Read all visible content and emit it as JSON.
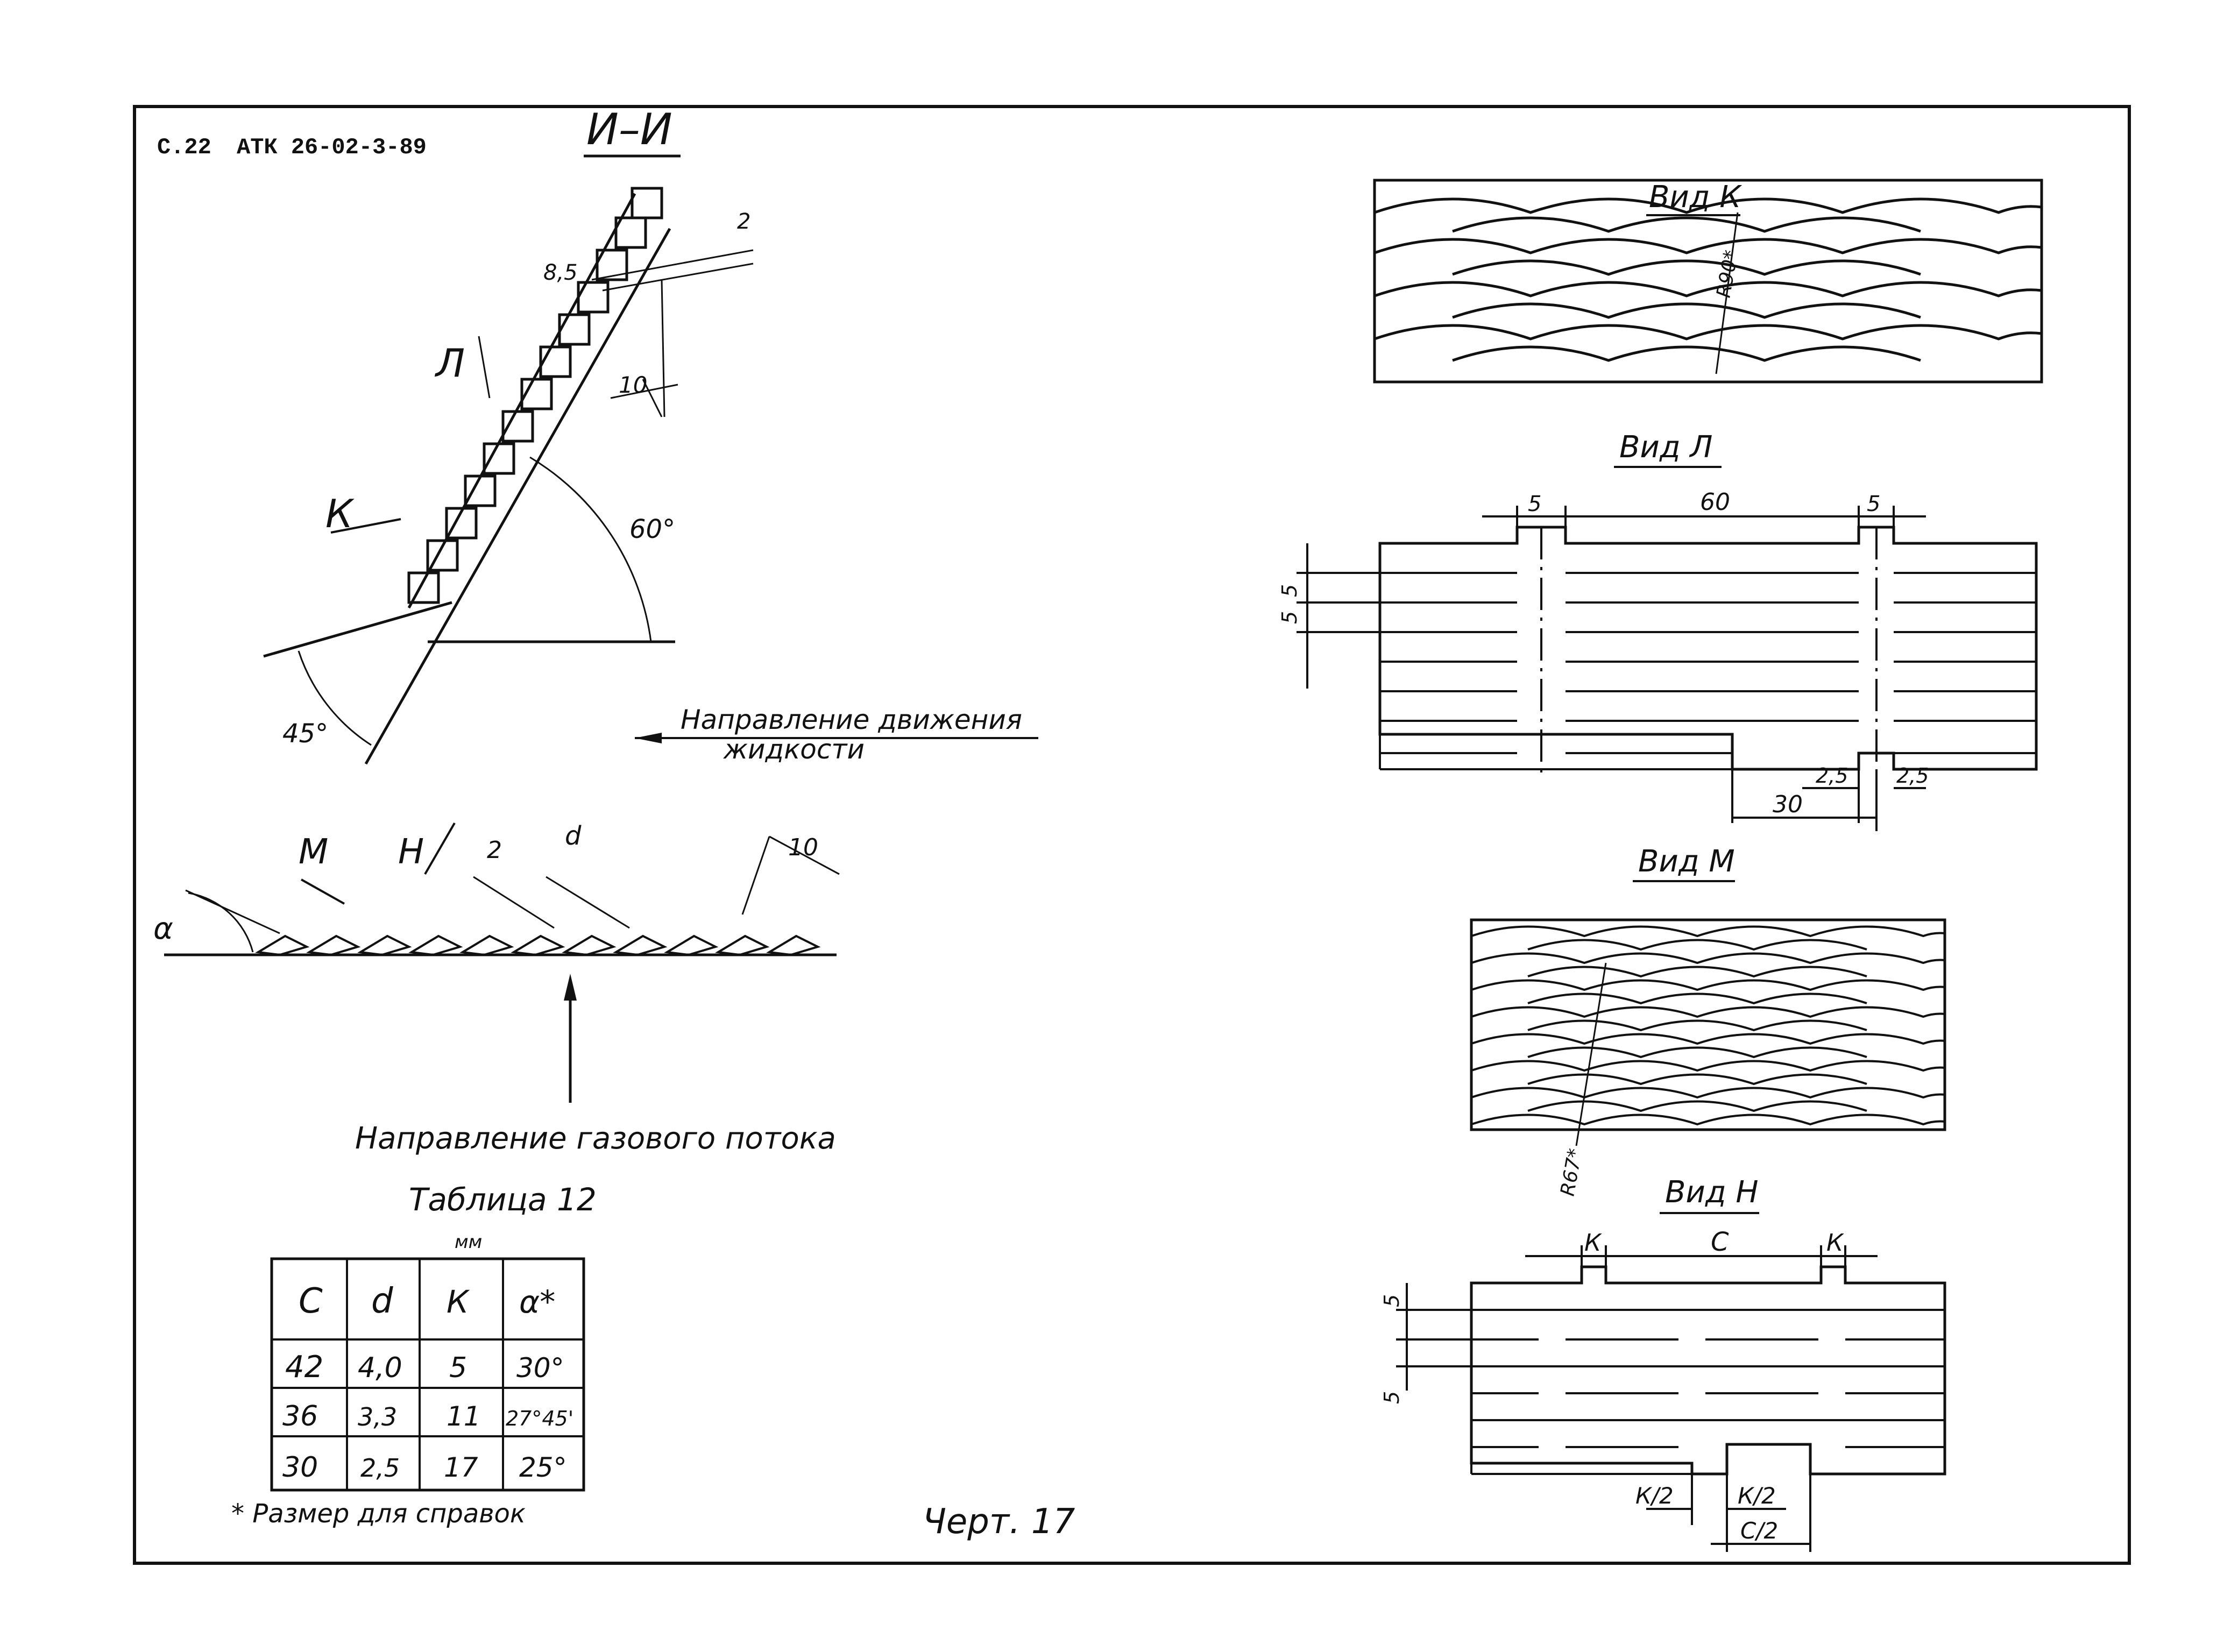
{
  "header": {
    "page_ref": "С.22",
    "doc_code": "АТК 26-02-3-89"
  },
  "section_title": "И–И",
  "section": {
    "labels": {
      "view_l": "Л",
      "view_k": "К"
    },
    "dims": {
      "d85": "8,5",
      "d2": "2",
      "d10": "10",
      "angle60": "60°",
      "angle45": "45°"
    }
  },
  "liquid_direction": {
    "line1": "Направление движения",
    "line2": "жидкости"
  },
  "profile": {
    "labels": {
      "m": "М",
      "n": "Н",
      "alpha": "α"
    },
    "dims": {
      "d2": "2",
      "dd": "d",
      "d10": "10"
    }
  },
  "gas_direction": "Направление газового потока",
  "views": {
    "k": {
      "title": "Вид К",
      "radius": "R90*"
    },
    "l": {
      "title": "Вид Л",
      "d5a": "5",
      "d60": "60",
      "d5b": "5",
      "s5a": "5",
      "s5b": "5",
      "d25a": "2,5",
      "d25b": "2,5",
      "d30": "30"
    },
    "m": {
      "title": "Вид М",
      "radius": "R67*"
    },
    "n": {
      "title": "Вид Н",
      "ka": "К",
      "c": "С",
      "kb": "К",
      "s5a": "5",
      "s5b": "5",
      "k2a": "К/2",
      "k2b": "К/2",
      "c2": "С/2"
    }
  },
  "table": {
    "title": "Таблица 12",
    "unit": "мм",
    "headers": [
      "С",
      "d",
      "К",
      "α*"
    ],
    "rows": [
      [
        "42",
        "4,0",
        "5",
        "30°"
      ],
      [
        "36",
        "3,3",
        "11",
        "27°45'"
      ],
      [
        "30",
        "2,5",
        "17",
        "25°"
      ]
    ],
    "footnote": "* Размер для справок"
  },
  "figure_caption": "Черт. 17"
}
